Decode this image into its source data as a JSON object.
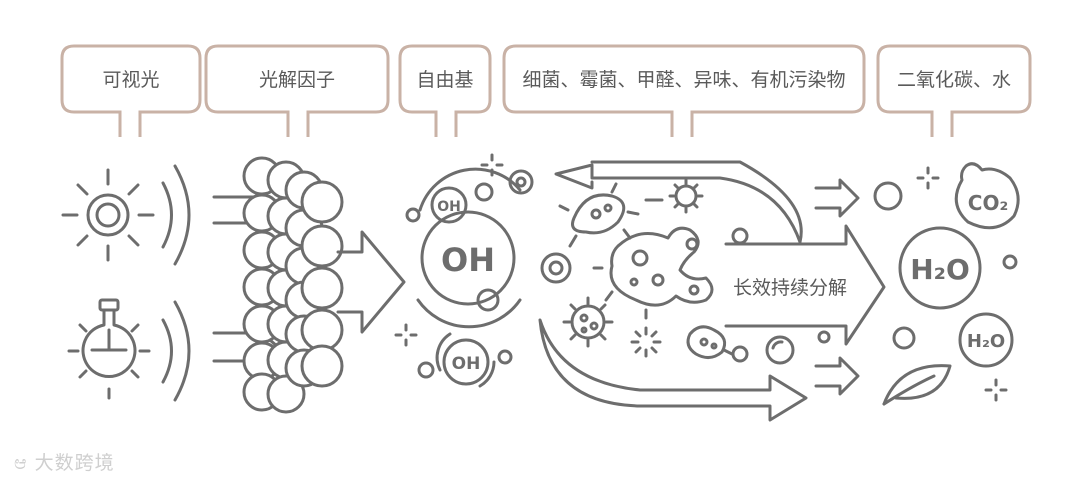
{
  "labels": {
    "visible_light": "可视光",
    "photolysis_factor": "光解因子",
    "free_radical": "自由基",
    "targets": "细菌、霉菌、甲醛、异味、有机污染物",
    "products": "二氧化碳、水",
    "long_decompose": "长效持续分解"
  },
  "molecules": {
    "oh": "OH",
    "co2": "CO₂",
    "h2o": "H₂O"
  },
  "watermark": "大数跨境",
  "colors": {
    "line": "#6d6d6d",
    "label_frame": "#c9b2a6",
    "text": "#5a5a5a"
  }
}
